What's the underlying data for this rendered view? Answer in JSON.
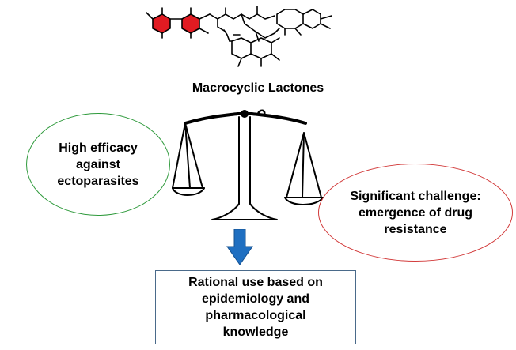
{
  "title": "Macrocyclic Lactones",
  "left_ellipse": {
    "text": "High efficacy\nagainst\nectoparasites"
  },
  "right_ellipse": {
    "text": "Significant challenge:\nemergence of drug\nresistance"
  },
  "bottom_box": {
    "text": "Rational use based on\nepidemiology and\npharmacological\nknowledge"
  },
  "colors": {
    "highlight_ring": "#e11b22",
    "green_outline": "#2f9a3c",
    "red_outline": "#d23a3a",
    "arrow": "#1f6fc1",
    "box_outline": "#4a6a8a"
  }
}
